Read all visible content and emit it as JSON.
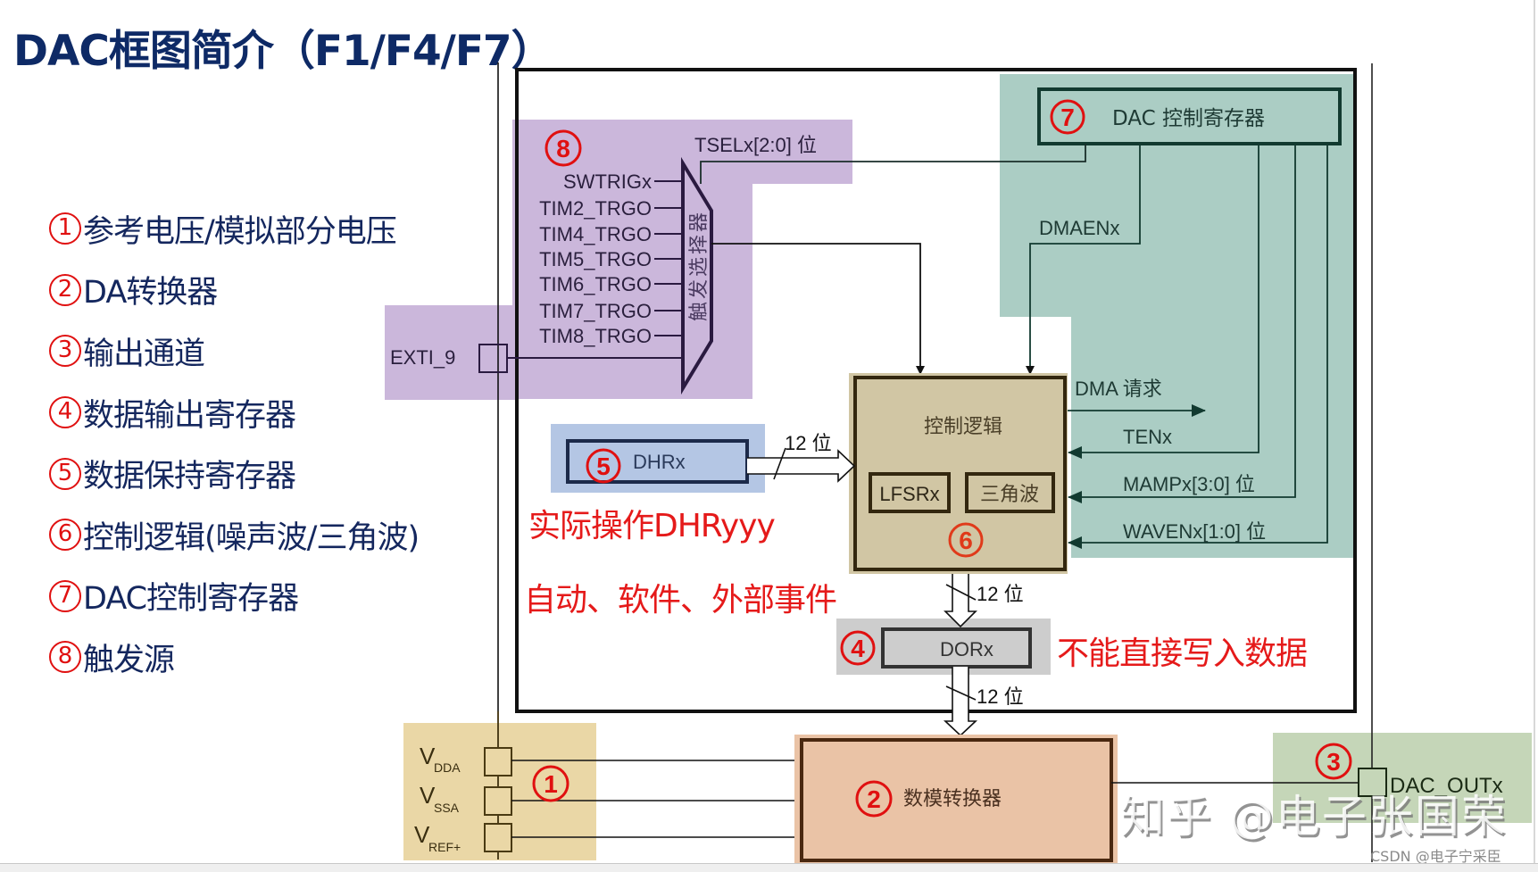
{
  "title": "DAC框图简介（F1/F4/F7）",
  "legend": [
    {
      "num": "1",
      "label": "参考电压/模拟部分电压"
    },
    {
      "num": "2",
      "label": "DA转换器"
    },
    {
      "num": "3",
      "label": "输出通道"
    },
    {
      "num": "4",
      "label": "数据输出寄存器"
    },
    {
      "num": "5",
      "label": "数据保持寄存器"
    },
    {
      "num": "6",
      "label": "控制逻辑(噪声波/三角波)"
    },
    {
      "num": "7",
      "label": "DAC控制寄存器"
    },
    {
      "num": "8",
      "label": "触发源"
    }
  ],
  "diagram": {
    "trigger": {
      "marker": "8",
      "tsel_label": "TSELx[2:0] 位",
      "inputs": [
        "SWTRIGx",
        "TIM2_TRGO",
        "TIM4_TRGO",
        "TIM5_TRGO",
        "TIM6_TRGO",
        "TIM7_TRGO",
        "TIM8_TRGO"
      ],
      "exti_label": "EXTI_9",
      "mux_label": "触发选择器"
    },
    "control_register": {
      "marker": "7",
      "label": "DAC 控制寄存器",
      "dmaen_label": "DMAENx"
    },
    "control_logic": {
      "marker": "6",
      "label": "控制逻辑",
      "lfsr_label": "LFSRx",
      "triangle_label": "三角波",
      "dma_request_label": "DMA 请求",
      "ten_label": "TENx",
      "mamp_label": "MAMPx[3:0] 位",
      "waven_label": "WAVENx[1:0] 位"
    },
    "dhr": {
      "marker": "5",
      "label": "DHRx",
      "bits_label": "12 位"
    },
    "dor": {
      "marker": "4",
      "label": "DORx",
      "bits_in_label": "12 位",
      "bits_out_label": "12 位"
    },
    "references": {
      "marker": "1",
      "pins": [
        {
          "main": "V",
          "sub": "DDA"
        },
        {
          "main": "V",
          "sub": "SSA"
        },
        {
          "main": "V",
          "sub": "REF+"
        }
      ]
    },
    "converter": {
      "marker": "2",
      "label": "数模转换器"
    },
    "output": {
      "marker": "3",
      "label": "DAC_OUTx"
    }
  },
  "notes": {
    "dhr_note": "实际操作DHRyyy",
    "trigger_note": "自动、软件、外部事件",
    "dor_note": "不能直接写入数据"
  },
  "watermarks": {
    "zhihu": "知乎 @电子张国荣",
    "csdn": "CSDN @电子宁采臣"
  },
  "colors": {
    "title": "#0e2a66",
    "marker_red": "#e01010",
    "trigger_bg": "#cbb7db",
    "control_bg": "#abcdc4",
    "logic_bg": "#d1c6a4",
    "dhr_bg": "#b4c6e4",
    "dor_bg": "#cdcdcd",
    "ref_bg": "#ead7a6",
    "converter_bg": "#eac3a6",
    "output_bg": "#c5d6b8"
  }
}
